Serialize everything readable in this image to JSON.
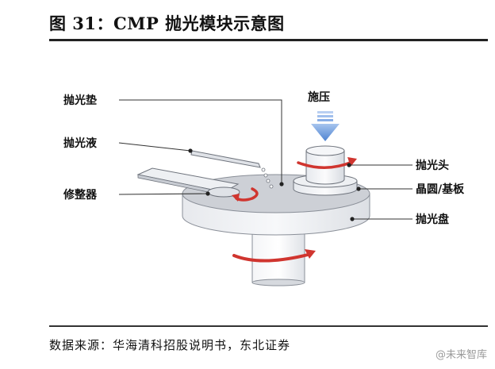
{
  "figure": {
    "title": "图 31：CMP 抛光模块示意图",
    "source": "数据来源：华海清科招股说明书，东北证券"
  },
  "labels": {
    "pad": "抛光垫",
    "slurry": "抛光液",
    "conditioner": "修整器",
    "pressure": "施压",
    "head": "抛光头",
    "wafer": "晶圆/基板",
    "platen": "抛光盘"
  },
  "watermark": "@未来智库",
  "colors": {
    "pressure_arrow": "#5b8fd6",
    "rotation_arrow": "#d0352f",
    "pad_top": "#cdd0d6",
    "platen_side": "#e9ebef"
  }
}
